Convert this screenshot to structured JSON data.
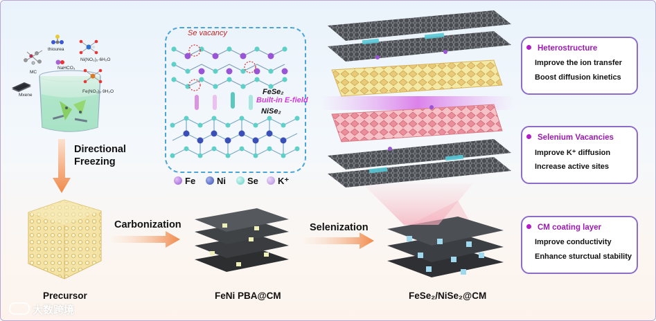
{
  "synthesis": {
    "reagents": {
      "thiourea": "thiourea",
      "mc": "MC",
      "nahco3": "NaHCO₃",
      "ni_nitrate": "Ni(NO₃)₂·6H₂O",
      "fe_nitrate": "Fe(NO₃)₃·9H₂O",
      "mxene": "Mxene"
    },
    "step1": "Directional\nFreezing",
    "step2": "Carbonization",
    "step3": "Selenization"
  },
  "labels": {
    "precursor": "Precursor",
    "fenipba": "FeNi PBA@CM",
    "product": "FeSe₂/NiSe₂@CM"
  },
  "structure": {
    "se_vacancy": "Se vacancy",
    "fese2": "FeSe₂",
    "nise2": "NiSe₂",
    "built_in_field": "Built-in E-field"
  },
  "legend": [
    {
      "symbol": "Fe",
      "color": "#9a55d6"
    },
    {
      "symbol": "Ni",
      "color": "#3b4fb8"
    },
    {
      "symbol": "Se",
      "color": "#5fd0c8"
    },
    {
      "symbol": "K⁺",
      "color": "#b389e0"
    }
  ],
  "panels": [
    {
      "title": "Heterostructure",
      "lines": [
        "Improve the ion transfer",
        "Boost diffusion kinetics"
      ]
    },
    {
      "title": "Selenium Vacancies",
      "lines": [
        "Improve K⁺ diffusion",
        "Increase active sites"
      ]
    },
    {
      "title": "CM coating layer",
      "lines": [
        "Improve conductivity",
        "Enhance sturctual stability"
      ]
    }
  ],
  "watermark": "大数跨境"
}
